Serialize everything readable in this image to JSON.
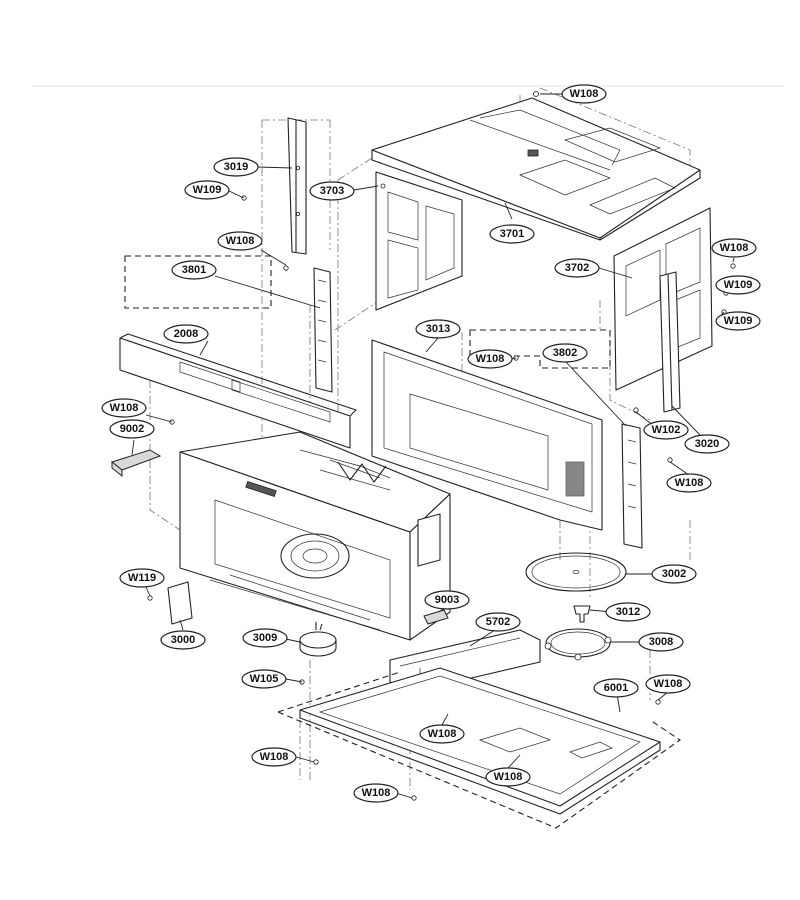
{
  "callouts": [
    {
      "id": "w108-top",
      "label": "W108"
    },
    {
      "id": "3019",
      "label": "3019"
    },
    {
      "id": "w109-left",
      "label": "W109"
    },
    {
      "id": "3703",
      "label": "3703"
    },
    {
      "id": "3701",
      "label": "3701"
    },
    {
      "id": "w108-left-upper",
      "label": "W108"
    },
    {
      "id": "3801",
      "label": "3801"
    },
    {
      "id": "w108-right-upper",
      "label": "W108"
    },
    {
      "id": "3702",
      "label": "3702"
    },
    {
      "id": "w109-right-a",
      "label": "W109"
    },
    {
      "id": "w109-right-b",
      "label": "W109"
    },
    {
      "id": "2008",
      "label": "2008"
    },
    {
      "id": "3013",
      "label": "3013"
    },
    {
      "id": "w108-mid",
      "label": "W108"
    },
    {
      "id": "3802",
      "label": "3802"
    },
    {
      "id": "w108-left-mid",
      "label": "W108"
    },
    {
      "id": "9002",
      "label": "9002"
    },
    {
      "id": "w102",
      "label": "W102"
    },
    {
      "id": "3020",
      "label": "3020"
    },
    {
      "id": "w108-right-mid",
      "label": "W108"
    },
    {
      "id": "3002",
      "label": "3002"
    },
    {
      "id": "w119",
      "label": "W119"
    },
    {
      "id": "9003",
      "label": "9003"
    },
    {
      "id": "3012",
      "label": "3012"
    },
    {
      "id": "5702",
      "label": "5702"
    },
    {
      "id": "3000",
      "label": "3000"
    },
    {
      "id": "3009",
      "label": "3009"
    },
    {
      "id": "3008",
      "label": "3008"
    },
    {
      "id": "w105",
      "label": "W105"
    },
    {
      "id": "6001",
      "label": "6001"
    },
    {
      "id": "w108-right-low",
      "label": "W108"
    },
    {
      "id": "w108-base-center",
      "label": "W108"
    },
    {
      "id": "w108-base-left",
      "label": "W108"
    },
    {
      "id": "w108-base-right",
      "label": "W108"
    },
    {
      "id": "w108-bottom",
      "label": "W108"
    }
  ]
}
